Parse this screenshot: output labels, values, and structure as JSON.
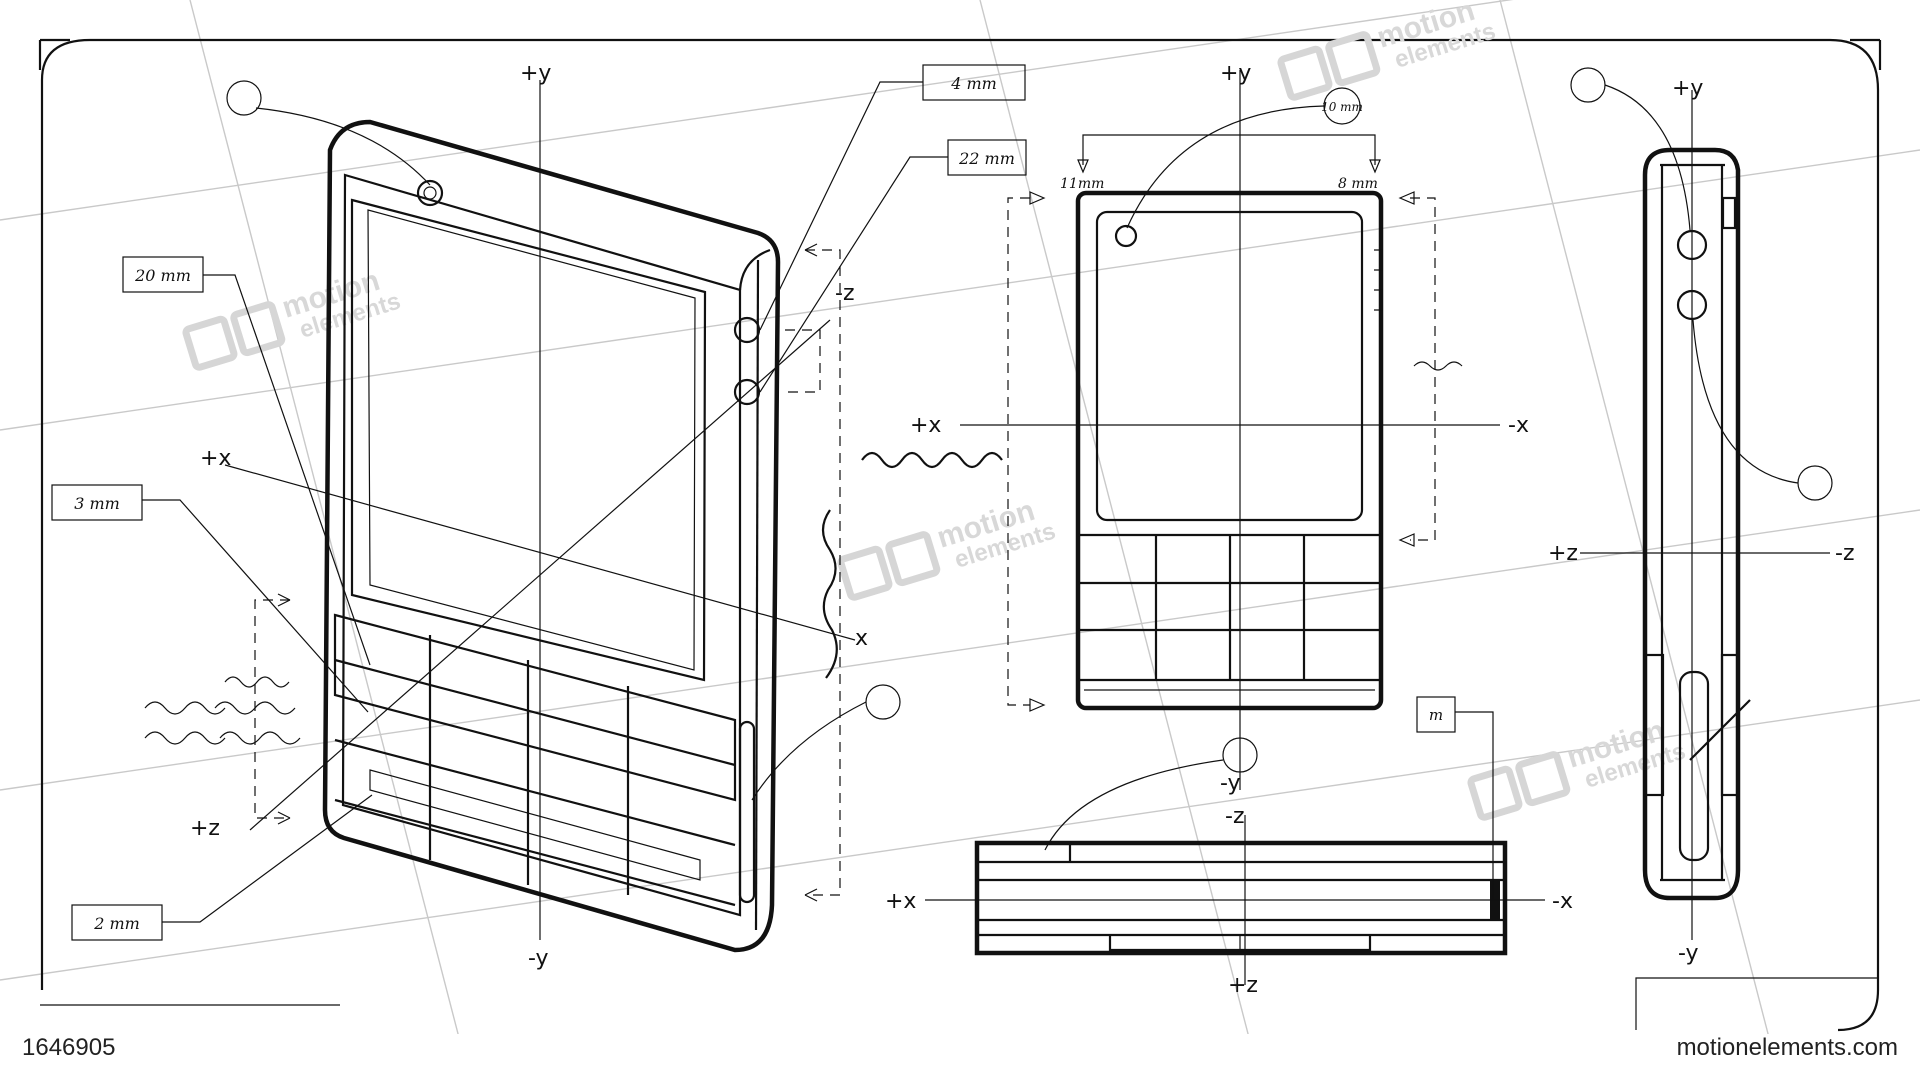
{
  "axes": {
    "iso_plus_x": "+x",
    "iso_plus_z": "+z",
    "iso_minus_z": "-z",
    "iso_plus_y": "+y",
    "iso_minus_y": "-y",
    "iso_x": "x",
    "front_plus_y": "+y",
    "front_minus_y": "-y",
    "front_plus_x": "+x",
    "front_minus_x": "-x",
    "side_plus_y": "+y",
    "side_minus_y": "-y",
    "side_plus_z": "+z",
    "side_minus_z": "-z",
    "bottom_minus_z": "-z",
    "bottom_plus_z": "+z",
    "bottom_plus_x": "+x",
    "bottom_minus_x": "-x"
  },
  "notes": {
    "callout_top_right": "4 mm",
    "callout_22": "22 mm",
    "callout_left_upper": "20 mm",
    "callout_left_mid": "3 mm",
    "callout_left_lower": "2 mm",
    "front_top_left_dim": "11mm",
    "front_top_right_dim": "8 mm",
    "front_circle_dim": "10 mm",
    "bottom_callout": "m"
  },
  "watermark": {
    "brand_line1": "motion",
    "brand_line2": "elements"
  },
  "footer": {
    "stock_id": "1646905",
    "site": "motionelements.com"
  }
}
